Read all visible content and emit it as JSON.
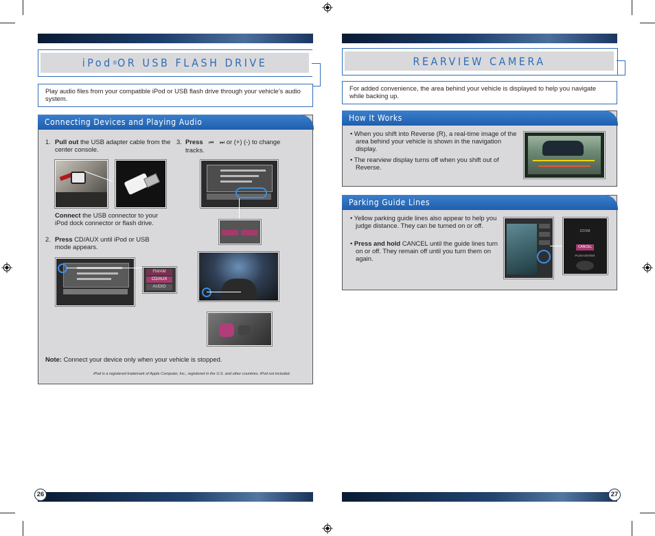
{
  "left": {
    "title": "iPod",
    "title_reg": "®",
    "title_rest": " OR USB FLASH DRIVE",
    "intro": "Play audio files from your compatible iPod or USB flash drive through your vehicle’s audio system.",
    "section_title": "Connecting Devices and Playing Audio",
    "step1_num": "1.",
    "step1_bold": "Pull out",
    "step1_rest": " the USB adapter cable from the center console.",
    "connect_bold": "Connect",
    "connect_rest": " the USB connector to your iPod dock connector or flash drive.",
    "step2_num": "2.",
    "step2_bold": "Press",
    "step2_rest": " CD/AUX until iPod or USB mode appears.",
    "step3_num": "3.",
    "step3_bold": "Press",
    "step3_mid": " or (+) (-) to change tracks.",
    "note_bold": "Note:",
    "note_rest": " Connect your device only when your vehicle is stopped.",
    "trademark": "iPod is a registered trademark of Apple Computer, Inc., registered in the U.S. and other countries. iPod not included.",
    "panel_labels": [
      "FM/AM",
      "CD/AUX",
      "AUDIO"
    ],
    "page_number": "26"
  },
  "right": {
    "title": "REARVIEW CAMERA",
    "intro": "For added convenience, the area behind your vehicle is displayed to help you navigate while backing up.",
    "how_title": "How It Works",
    "how_b1": "When you shift into Reverse (R), a real-time image of the area behind your vehicle is shown in the navigation display.",
    "how_b2": "The rearview display turns off when you shift out of Reverse.",
    "guide_title": "Parking Guide Lines",
    "guide_b1": "Yellow parking guide lines also appear to help you judge distance. They can be turned on or off.",
    "guide_b2_bold": "Press and hold",
    "guide_b2_rest": " CANCEL until the guide lines turn on or off. They remain off until you turn them on again.",
    "nav_buttons": [
      "ZOOM",
      "CANCEL",
      "PUSH ENTER"
    ],
    "page_number": "27"
  },
  "colors": {
    "accent_blue": "#2f6db6",
    "panel_grey": "#d9d9dc",
    "bar_navy": "#0a1b33"
  }
}
